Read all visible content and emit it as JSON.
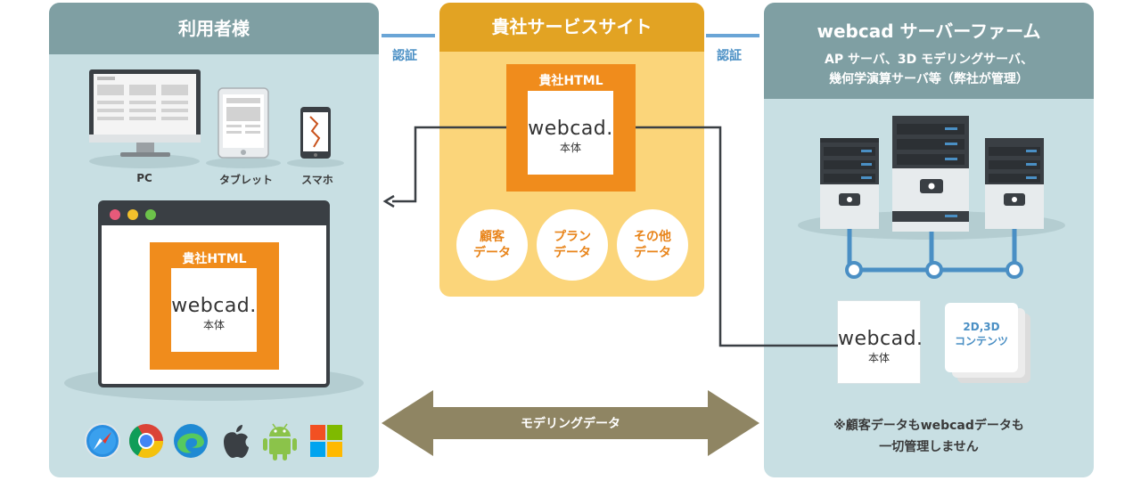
{
  "users_panel": {
    "title": "利用者様"
  },
  "devices": {
    "pc": "PC",
    "tablet": "タブレット",
    "phone": "スマホ"
  },
  "browser_window": {
    "box_title": "貴社HTML",
    "logo": "webcad.",
    "logo_sub": "本体"
  },
  "auth": {
    "left": "認証",
    "right": "認証"
  },
  "service_panel": {
    "title": "貴社サービスサイト",
    "box_title": "貴社HTML",
    "logo": "webcad.",
    "logo_sub": "本体",
    "circles": [
      {
        "line1": "顧客",
        "line2": "データ"
      },
      {
        "line1": "プラン",
        "line2": "データ"
      },
      {
        "line1": "その他",
        "line2": "データ"
      }
    ]
  },
  "server_panel": {
    "title": "webcad サーバーファーム",
    "subtitle_line1": "AP サーバ、3D モデリングサーバ、",
    "subtitle_line2": "幾何学演算サーバ等（弊社が管理）",
    "card_logo": "webcad.",
    "card_sub": "本体",
    "content_line1": "2D,3D",
    "content_line2": "コンテンツ",
    "note_line1": "※顧客データもwebcadデータも",
    "note_line2": "一切管理しません"
  },
  "arrow": {
    "label": "モデリングデータ"
  },
  "colors": {
    "panel_bg": "#c8dfe3",
    "panel_head": "#7f9fa3",
    "orange": "#f08c1c",
    "yellow_head": "#e2a323",
    "yellow_bg": "#fbd57a",
    "arrow": "#8f8563",
    "blue": "#6aa5d6"
  },
  "os_icons": [
    "safari-icon",
    "chrome-icon",
    "edge-icon",
    "apple-icon",
    "android-icon",
    "windows-icon"
  ]
}
